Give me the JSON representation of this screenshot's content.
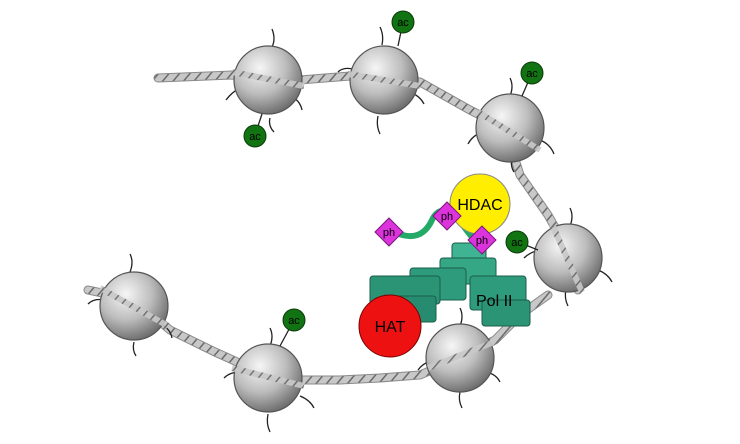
{
  "labels": {
    "hdac": "HDAC",
    "hat": "HAT",
    "pol2": "Pol II",
    "ph": "ph",
    "ac": "ac"
  },
  "colors": {
    "background": "#ffffff",
    "hdac": "#ffee00",
    "hat": "#ee1111",
    "pol2": "#2e9c7c",
    "ph": "#dd33dd",
    "ac": "#127312",
    "nucleosome": "#b8b8b8",
    "dna": "#9a9a9a",
    "ctd_tail": "#22aa66"
  }
}
